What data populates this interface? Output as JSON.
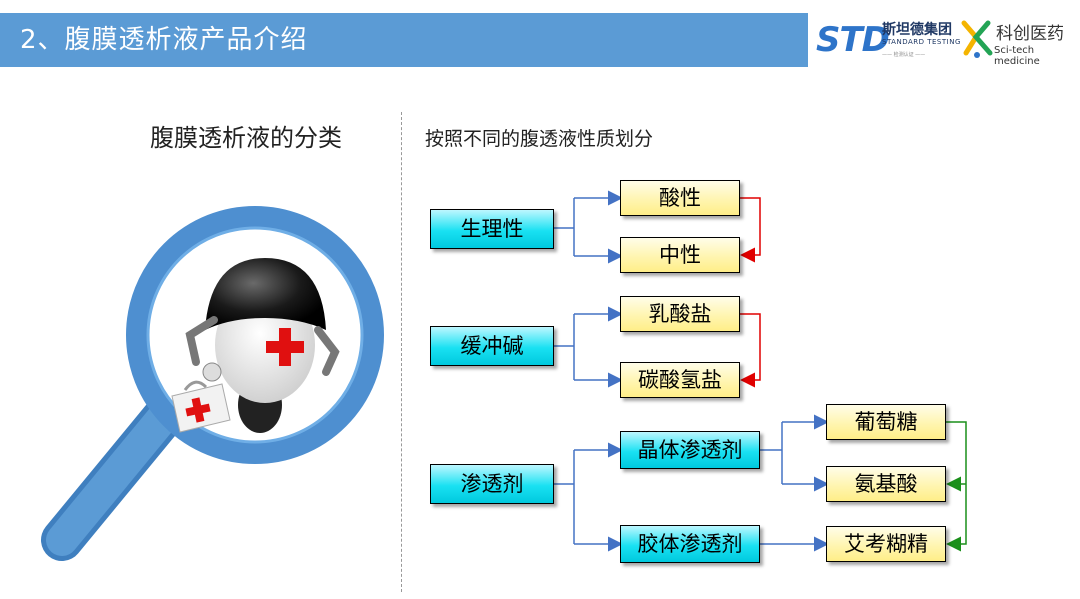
{
  "header": {
    "title": "2、腹膜透析液产品介绍",
    "logo_std_mark": "STD",
    "logo_std_cn": "斯坦德集团",
    "logo_std_en": "STANDARD TESTING",
    "logo_std_sub": "—— 检测认证 ——",
    "logo_sci_cn": "科创医药",
    "logo_sci_en": "Sci-tech medicine"
  },
  "left": {
    "title": "腹膜透析液的分类"
  },
  "right": {
    "title": "按照不同的腹透液性质划分"
  },
  "diagram": {
    "categories": [
      {
        "label": "生理性",
        "children": [
          "酸性",
          "中性"
        ]
      },
      {
        "label": "缓冲碱",
        "children": [
          "乳酸盐",
          "碳酸氢盐"
        ]
      },
      {
        "label": "渗透剂",
        "children": [
          "晶体渗透剂",
          "胶体渗透剂"
        ]
      }
    ],
    "crystal_children": [
      "葡萄糖",
      "氨基酸"
    ],
    "colloid_children": [
      "艾考糊精"
    ]
  },
  "colors": {
    "header": "#5b9bd5",
    "connector": "#4472c4",
    "red_arrow": "#e00000",
    "green_arrow": "#1a8f1a"
  }
}
